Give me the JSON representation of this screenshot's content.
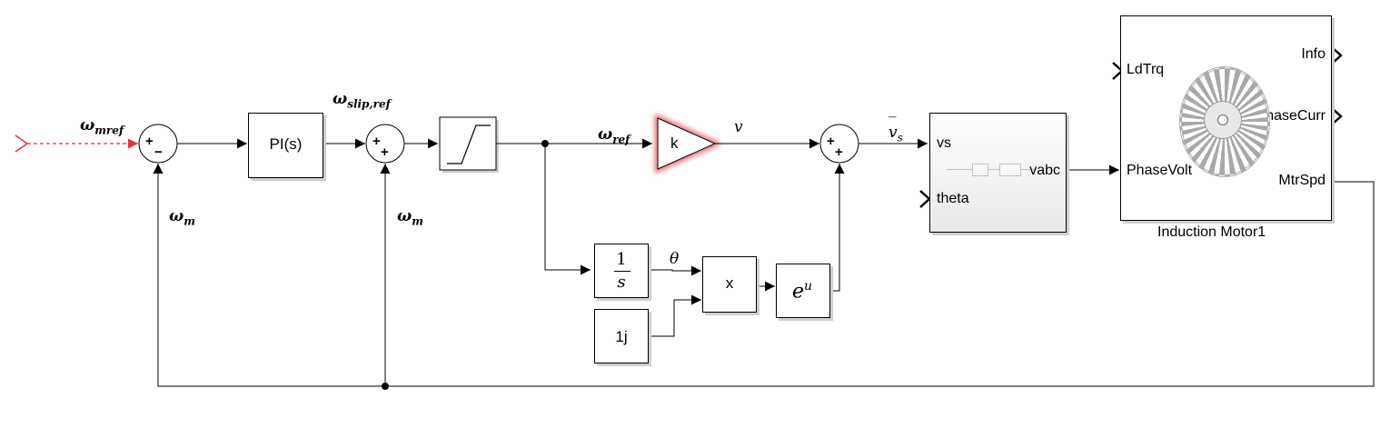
{
  "model": {
    "inport_signal": {
      "symbol": "ω",
      "sub": "mref"
    },
    "pi_block": {
      "label": "PI(s)"
    },
    "slip_signal": {
      "symbol": "ω",
      "sub": "slip,ref"
    },
    "ref_signal": {
      "symbol": "ω",
      "sub": "ref"
    },
    "speed_feedback_1": {
      "symbol": "ω",
      "sub": "m"
    },
    "speed_feedback_2": {
      "symbol": "ω",
      "sub": "m"
    },
    "gain_block": {
      "label": "k"
    },
    "gain_output": "v",
    "vs_signal": {
      "bar": "‾",
      "symbol": "v",
      "sub": "s"
    },
    "integrator_block": {
      "num": "1",
      "den": "s"
    },
    "theta_signal": "θ",
    "product_block": {
      "label": "x"
    },
    "constant_block": {
      "label": "1j"
    },
    "exp_block": {
      "base": "e",
      "sup": "u"
    },
    "sum1_signs": {
      "top": "+",
      "bottom": "−"
    },
    "sum2_signs": {
      "top": "+",
      "bottom": "+"
    },
    "sum3_signs": {
      "top": "+",
      "bottom": "+"
    },
    "transform_block": {
      "in1": "vs",
      "in2": "theta",
      "out": "vabc"
    },
    "motor_block": {
      "in1": "LdTrq",
      "in2": "PhaseVolt",
      "out1": "Info",
      "out2": "PhaseCurr",
      "out3": "MtrSpd",
      "name": "Induction Motor1"
    }
  },
  "colors": {
    "highlight": "#e8323c",
    "shadow": "#cfcfcf",
    "wire": "#000000"
  }
}
